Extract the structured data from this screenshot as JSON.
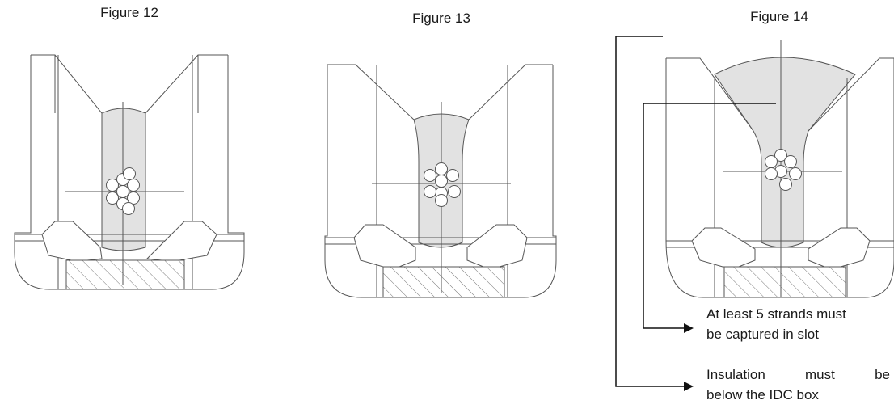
{
  "figures": [
    {
      "caption": "Figure 12"
    },
    {
      "caption": "Figure 13"
    },
    {
      "caption": "Figure 14"
    }
  ],
  "callouts": [
    {
      "line1": "At least 5 strands must",
      "line2": "be captured in slot"
    },
    {
      "line1_words": [
        "Insulation",
        "must",
        "be"
      ],
      "line2": "below the IDC box"
    }
  ],
  "colors": {
    "line": "#555555",
    "shade": "#e2e2e2",
    "hatch": "#777777"
  }
}
